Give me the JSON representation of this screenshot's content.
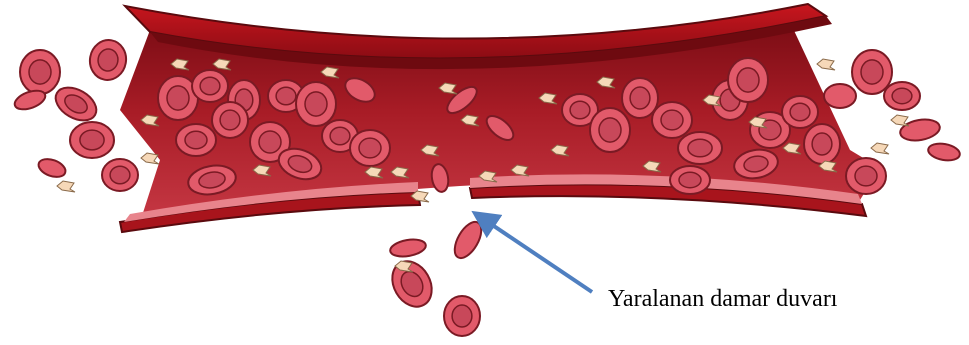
{
  "annotation": {
    "label": "Yaralanan damar duvarı"
  },
  "colors": {
    "vessel_outer": "#b0141c",
    "vessel_dark": "#6e0a10",
    "vessel_lumen": "#9c1a24",
    "vessel_inner_wall": "#e8848c",
    "rbc_fill": "#e25a6a",
    "rbc_center": "#c8485a",
    "rbc_outline": "#7a1a24",
    "platelet": "#f6d8b8",
    "arrow": "#4f7fc0"
  },
  "elements": {
    "vessel": "blood-vessel-cross-section",
    "cells": "red-blood-cells",
    "platelets": "platelets",
    "pointer": "arrow-pointer"
  }
}
